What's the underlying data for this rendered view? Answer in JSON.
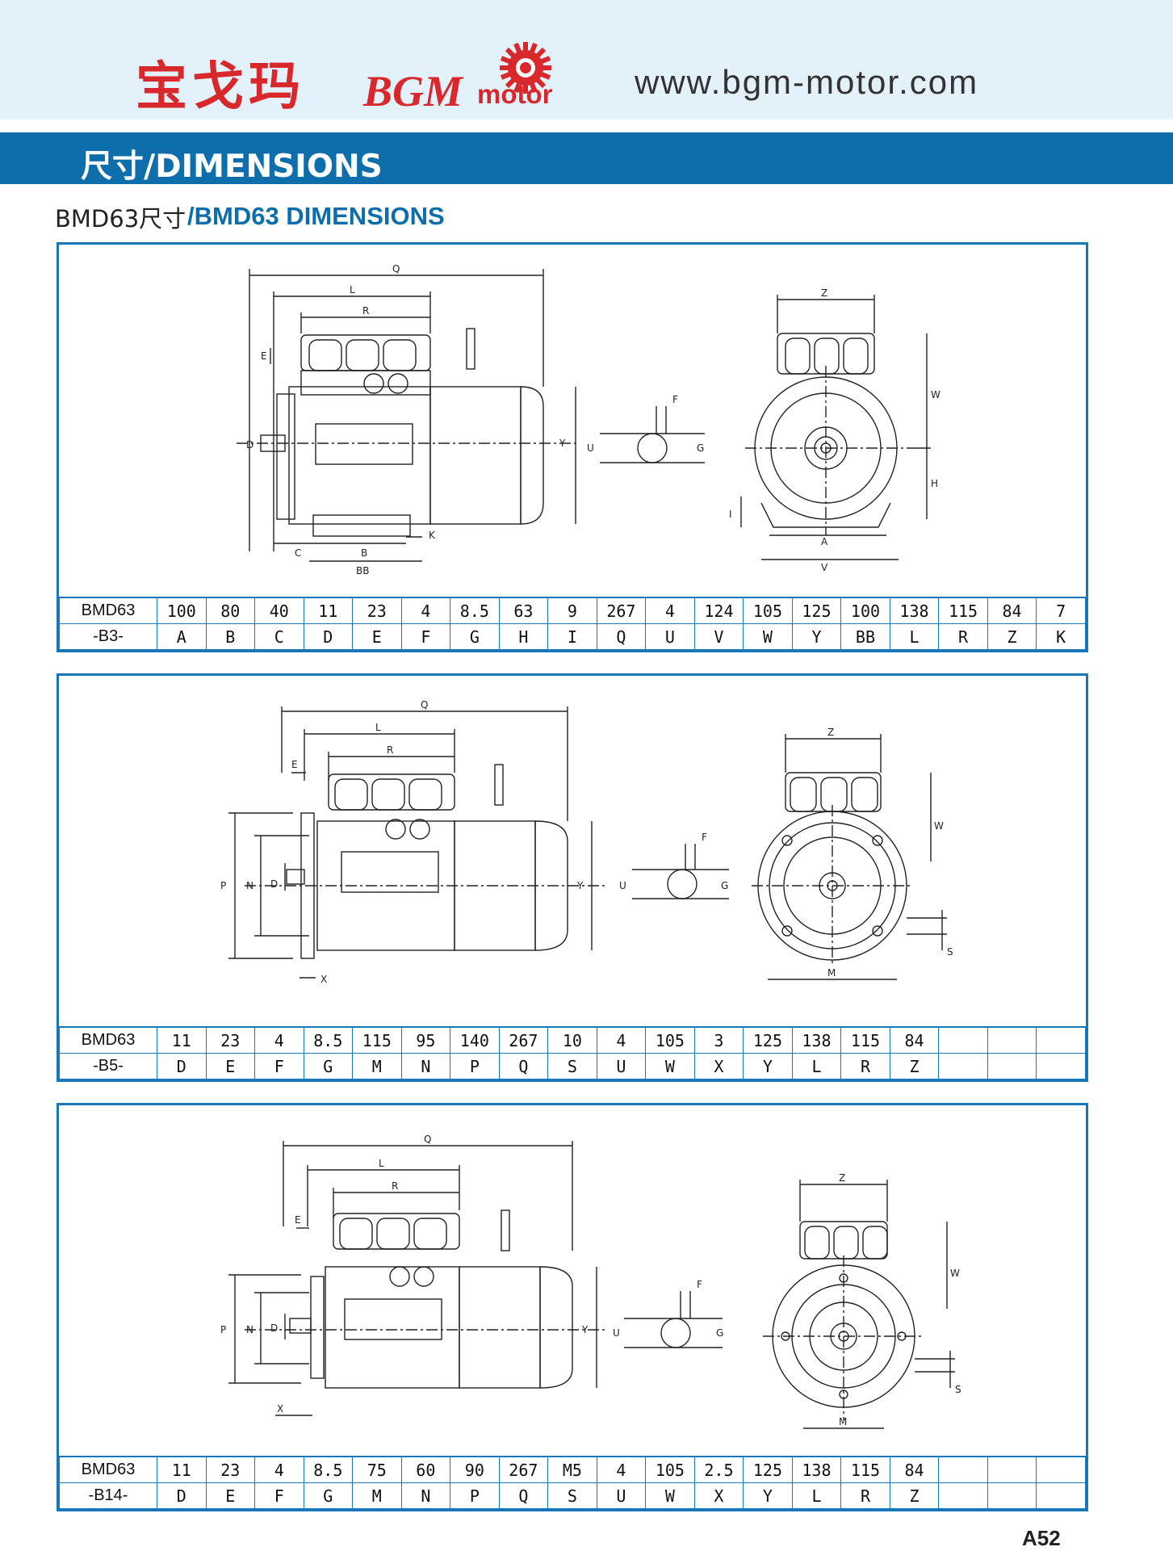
{
  "header": {
    "logo_cn": "宝戈玛",
    "logo_bgm": "BGM",
    "logo_motor": "motor",
    "website": "www.bgm-motor.com",
    "banner_title": "尺寸/DIMENSIONS"
  },
  "subtitle": {
    "cn": "BMD63尺寸",
    "en": "/BMD63 DIMENSIONS"
  },
  "drawing_labels": {
    "q": "Q",
    "l": "L",
    "r": "R",
    "e": "E",
    "f": "F",
    "d": "D",
    "u": "U",
    "g": "G",
    "y": "Y",
    "z": "Z",
    "w": "W",
    "h": "H",
    "a": "A",
    "v": "V",
    "i": "I",
    "k": "K",
    "c": "C",
    "b": "B",
    "bb": "BB",
    "p": "P",
    "n": "N",
    "m": "M",
    "s": "S",
    "x": "X"
  },
  "tables": [
    {
      "model": "BMD63",
      "variant": "-B3-",
      "values": [
        "100",
        "80",
        "40",
        "11",
        "23",
        "4",
        "8.5",
        "63",
        "9",
        "267",
        "4",
        "124",
        "105",
        "125",
        "100",
        "138",
        "115",
        "84",
        "7"
      ],
      "codes": [
        "A",
        "B",
        "C",
        "D",
        "E",
        "F",
        "G",
        "H",
        "I",
        "Q",
        "U",
        "V",
        "W",
        "Y",
        "BB",
        "L",
        "R",
        "Z",
        "K"
      ]
    },
    {
      "model": "BMD63",
      "variant": "-B5-",
      "values": [
        "11",
        "23",
        "4",
        "8.5",
        "115",
        "95",
        "140",
        "267",
        "10",
        "4",
        "105",
        "3",
        "125",
        "138",
        "115",
        "84",
        "",
        "",
        ""
      ],
      "codes": [
        "D",
        "E",
        "F",
        "G",
        "M",
        "N",
        "P",
        "Q",
        "S",
        "U",
        "W",
        "X",
        "Y",
        "L",
        "R",
        "Z",
        "",
        "",
        ""
      ]
    },
    {
      "model": "BMD63",
      "variant": "-B14-",
      "values": [
        "11",
        "23",
        "4",
        "8.5",
        "75",
        "60",
        "90",
        "267",
        "M5",
        "4",
        "105",
        "2.5",
        "125",
        "138",
        "115",
        "84",
        "",
        "",
        ""
      ],
      "codes": [
        "D",
        "E",
        "F",
        "G",
        "M",
        "N",
        "P",
        "Q",
        "S",
        "U",
        "W",
        "X",
        "Y",
        "L",
        "R",
        "Z",
        "",
        "",
        ""
      ]
    }
  ],
  "page_number": "A52"
}
